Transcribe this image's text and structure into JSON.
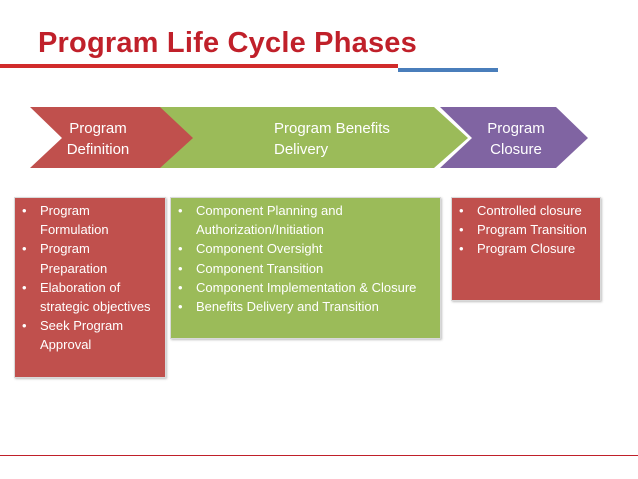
{
  "title": "Program Life Cycle Phases",
  "colors": {
    "title": "#C0202A",
    "rule_red": "#D12B2B",
    "rule_blue": "#4A7EBB",
    "definition": "#C0504D",
    "benefits": "#9BBB59",
    "closure": "#8064A2"
  },
  "phases": [
    {
      "label": "Program\nDefinition",
      "items": [
        "Program Formulation",
        "Program Preparation",
        "Elaboration of strategic objectives",
        "Seek Program Approval"
      ]
    },
    {
      "label": "Program Benefits\nDelivery",
      "items": [
        "Component Planning and Authorization/Initiation",
        "Component Oversight",
        "Component Transition",
        "Component Implementation & Closure",
        "Benefits Delivery and Transition"
      ]
    },
    {
      "label": "Program\nClosure",
      "items": [
        "Controlled closure",
        "Program Transition",
        "Program Closure"
      ]
    }
  ]
}
